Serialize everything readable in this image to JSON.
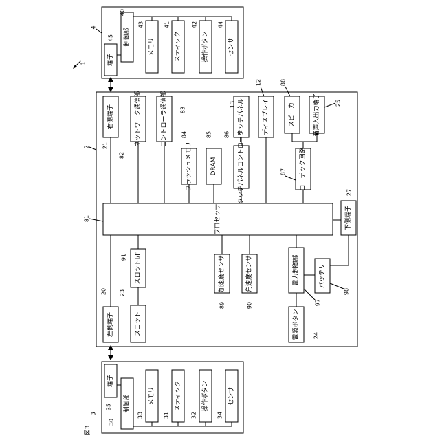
{
  "figure_label": "図3",
  "system_ref": "1",
  "main_unit": {
    "ref": "2",
    "processor": "プロセッサ",
    "processor_ref": "81",
    "right_terminal": "右側端子",
    "right_terminal_ref": "21",
    "network_comm": "ネットワーク通信部",
    "network_comm_ref": "82",
    "controller_comm": "コントローラ通信部",
    "controller_comm_ref": "83",
    "touch_panel": "タッチパネル",
    "touch_panel_ref": "13",
    "display": "ディスプレイ",
    "display_ref": "12",
    "speaker": "スピーカ",
    "speaker_ref": "88",
    "audio_jack": "音声入出力端子",
    "audio_jack_ref": "25",
    "flash_memory": "フラッシュメモリ",
    "flash_memory_ref": "84",
    "dram": "DRAM",
    "dram_ref": "85",
    "touch_controller": "タッチパネルコントローラ",
    "touch_controller_ref": "86",
    "codec": "コーデック回路",
    "codec_ref": "87",
    "bottom_terminal": "下側端子",
    "bottom_terminal_ref": "27",
    "left_terminal": "左側端子",
    "left_terminal_ref": "20",
    "slot_if": "スロットI/F",
    "slot_if_ref": "91",
    "slot": "スロット",
    "slot_ref": "23",
    "accelerometer": "加速度センサ",
    "accelerometer_ref": "89",
    "gyro": "角速度センサ",
    "gyro_ref": "90",
    "power_control": "電力制御部",
    "power_control_ref": "97",
    "battery": "バッテリ",
    "battery_ref": "98",
    "power_button": "電源ボタン",
    "power_button_ref": "24"
  },
  "right_controller": {
    "ref": "4",
    "terminal": "端子",
    "terminal_ref": "45",
    "control_unit": "制御部",
    "control_unit_ref": "40",
    "memory": "メモリ",
    "memory_ref": "43",
    "stick": "スティック",
    "stick_ref": "41",
    "buttons": "操作ボタン",
    "buttons_ref": "42",
    "sensor": "センサ",
    "sensor_ref": "44"
  },
  "left_controller": {
    "ref": "3",
    "terminal": "端子",
    "terminal_ref": "35",
    "control_unit": "制御部",
    "control_unit_ref": "30",
    "memory": "メモリ",
    "memory_ref": "33",
    "stick": "スティック",
    "stick_ref": "31",
    "buttons": "操作ボタン",
    "buttons_ref": "32",
    "sensor": "センサ",
    "sensor_ref": "34"
  }
}
